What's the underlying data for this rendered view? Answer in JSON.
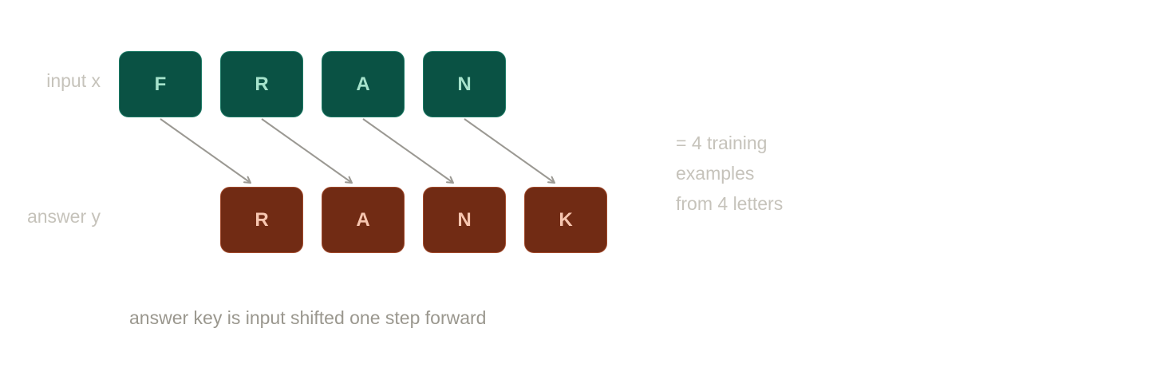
{
  "labels": {
    "input_row": "input x",
    "answer_row": "answer y"
  },
  "input_letters": [
    "F",
    "R",
    "A",
    "N"
  ],
  "answer_letters": [
    "R",
    "A",
    "N",
    "K"
  ],
  "note_lines": [
    "= 4 training",
    "examples",
    "from 4 letters"
  ],
  "caption": "answer key is input shifted one step forward",
  "colors": {
    "input_fill": "#0a5244",
    "input_text": "#a6e3cc",
    "answer_fill": "#712b14",
    "answer_text": "#f7c6b0",
    "arrow": "#9b9993",
    "label": "#c6c3bb"
  }
}
